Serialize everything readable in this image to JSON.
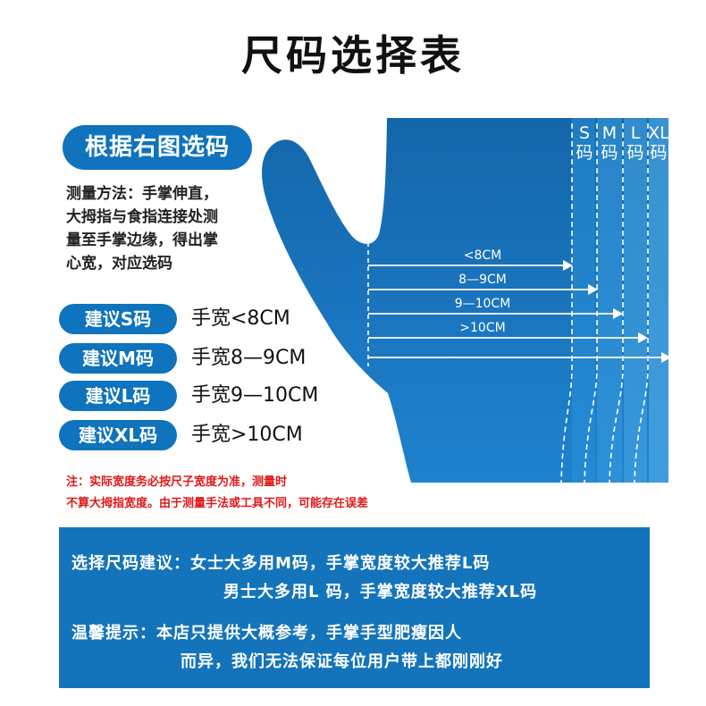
{
  "title": "尺码选择表",
  "guide": "根据右图选码",
  "method_lines": [
    "测量方法：手掌伸直，",
    "大拇指与食指连接处测",
    "量至手掌边缘，得出掌",
    "心宽，对应选码"
  ],
  "recommendations": [
    {
      "label": "建议S码",
      "value": "手宽<8CM"
    },
    {
      "label": "建议M码",
      "value": "手宽8—9CM"
    },
    {
      "label": "建议L码",
      "value": "手宽9—10CM"
    },
    {
      "label": "建议XL码",
      "value": "手宽>10CM"
    }
  ],
  "size_headers": [
    {
      "letter": "S",
      "char": "码"
    },
    {
      "letter": "M",
      "char": "码"
    },
    {
      "letter": "L",
      "char": "码"
    },
    {
      "letter": "XL",
      "char": "码"
    }
  ],
  "arrows": [
    "<8CM",
    "8—9CM",
    "9—10CM",
    ">10CM"
  ],
  "note_lines": [
    "注：实际宽度务必按尺子宽度为准，测量时",
    "不算大拇指宽度。由于测量手法或工具不同，可能存在误差"
  ],
  "tips": {
    "line1": "选择尺码建议：女士大多用M码，手掌宽度较大推荐L码",
    "line2": "男士大多用L 码，手掌宽度较大推荐XL码",
    "line3": "温馨提示：本店只提供大概参考，手掌手型肥瘦因人",
    "line4": "而异，我们无法保证每位用户带上都刚刚好"
  },
  "colors": {
    "primary": "#0f73bd",
    "glove": "#1a78c2",
    "note": "#e01818"
  }
}
